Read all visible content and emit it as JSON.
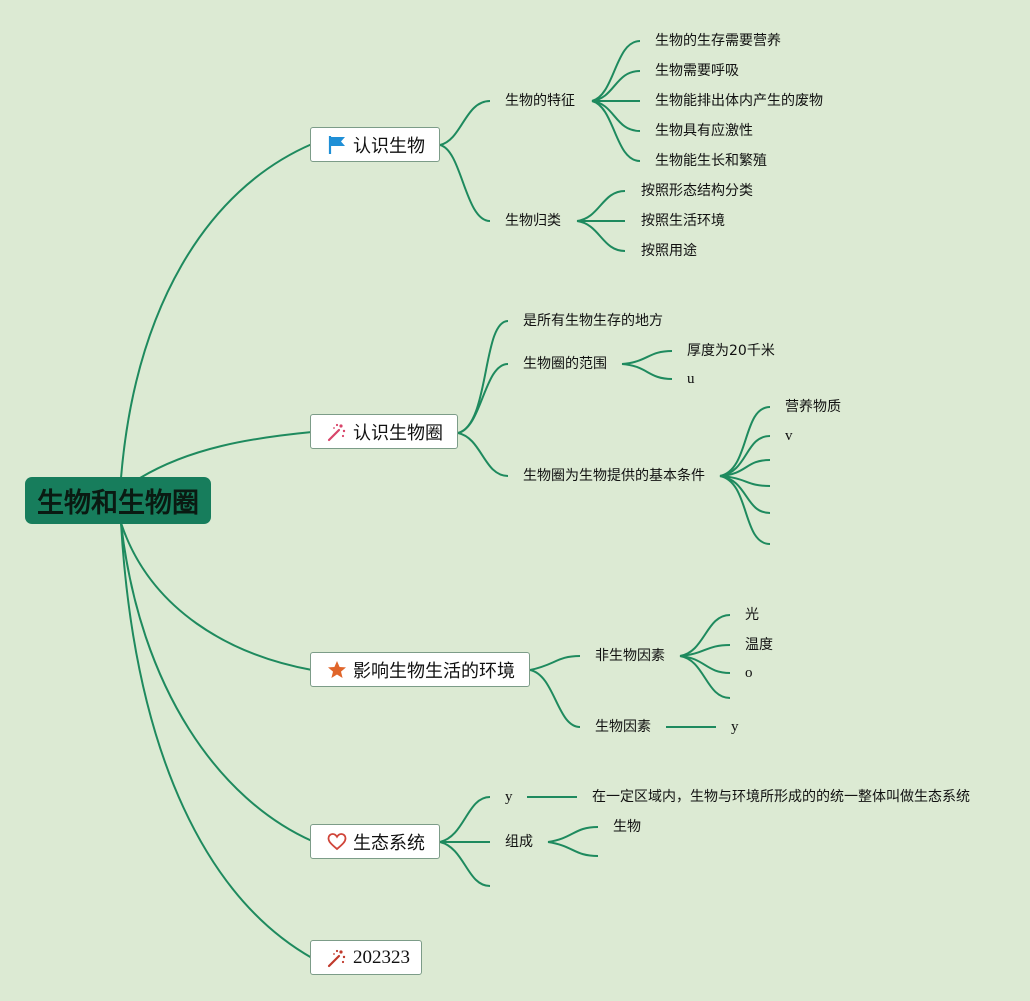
{
  "root": {
    "label": "生物和生物圈"
  },
  "topics": {
    "t1": {
      "label": "认识生物",
      "icon": "flag-icon"
    },
    "t2": {
      "label": "认识生物圈",
      "icon": "magic-wand-icon"
    },
    "t3": {
      "label": "影响生物生活的环境",
      "icon": "star-icon"
    },
    "t4": {
      "label": "生态系统",
      "icon": "heart-icon"
    },
    "t5": {
      "label": "202323",
      "icon": "magic-wand-icon"
    }
  },
  "nodes": {
    "t1": {
      "features": "生物的特征",
      "f1": "生物的生存需要营养",
      "f2": "生物需要呼吸",
      "f3": "生物能排出体内产生的废物",
      "f4": "生物具有应激性",
      "f5": "生物能生长和繁殖",
      "classify": "生物归类",
      "c1": "按照形态结构分类",
      "c2": "按照生活环境",
      "c3": "按照用途"
    },
    "t2": {
      "place": "是所有生物生存的地方",
      "range": "生物圈的范围",
      "r1": "厚度为20千米",
      "r2": "u",
      "conditions": "生物圈为生物提供的基本条件",
      "k1": "营养物质",
      "k2": "v"
    },
    "t3": {
      "abiotic": "非生物因素",
      "a1": "光",
      "a2": "温度",
      "a3": "o",
      "biotic": "生物因素",
      "b1": "y"
    },
    "t4": {
      "y": "y",
      "definition": "在一定区域内，生物与环境所形成的的统一整体叫做生态系统",
      "composition": "组成",
      "comp1": "生物"
    }
  },
  "colors": {
    "background": "#dcead3",
    "link": "#1e8a5e",
    "root_fill": "#177d5c",
    "flag": "#1f8fd6",
    "star": "#e0652a",
    "heart": "#d0453a",
    "wand": "#d8456a"
  }
}
